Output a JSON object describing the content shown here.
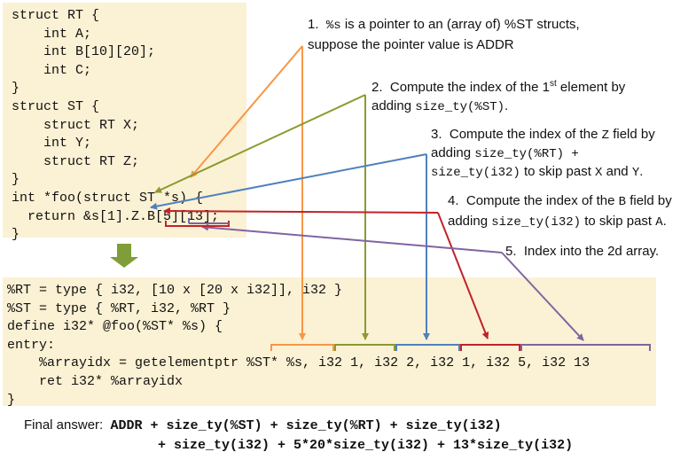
{
  "colors": {
    "code_bg": "#fbf1d4",
    "orange": "#f79646",
    "olive": "#8b9a2e",
    "blue": "#4f81bd",
    "red": "#c0232a",
    "purple": "#8064a2",
    "down_arrow": "#7f9d38"
  },
  "c_code": {
    "lines": [
      "struct RT {",
      "    int A;",
      "    int B[10][20];",
      "    int C;",
      "}",
      "struct ST {",
      "    struct RT X;",
      "    int Y;",
      "    struct RT Z;",
      "}",
      "int *foo(struct ST *s) {",
      "  return &s[1].Z.B[5][13];",
      "}"
    ]
  },
  "ir_code": {
    "lines": [
      "%RT = type { i32, [10 x [20 x i32]], i32 }",
      "%ST = type { %RT, i32, %RT }",
      "define i32* @foo(%ST* %s) {",
      "entry:",
      "    %arrayidx = getelementptr %ST* %s, i32 1, i32 2, i32 1, i32 5, i32 13",
      "    ret i32* %arrayidx",
      "}"
    ]
  },
  "steps": [
    {
      "n": "1.",
      "line1_pre": "",
      "line1_code": "%s",
      "line1_post": " is a pointer to an (array of) %ST structs,",
      "line2": "suppose the pointer value is ADDR"
    },
    {
      "n": "2.",
      "line1": "Compute the index of the 1",
      "sup": "st",
      "line1_end": " element by",
      "line2_pre": "adding ",
      "line2_code": "size_ty(%ST)",
      "line2_post": "."
    },
    {
      "n": "3.",
      "line1": "Compute the index of the ",
      "line1_code": "Z",
      "line1_end": " field by",
      "line2_pre": "adding ",
      "line2_code": "size_ty(%RT) +",
      "line3_code": "size_ty(i32)",
      "line3_mid": " to skip past ",
      "line3_code2": "X",
      "line3_and": " and ",
      "line3_code3": "Y",
      "line3_end": "."
    },
    {
      "n": "4.",
      "line1": "Compute the index of the ",
      "line1_code": "B",
      "line1_end": " field by",
      "line2_pre": "adding ",
      "line2_code": "size_ty(i32)",
      "line2_mid": " to skip past ",
      "line2_code2": "A",
      "line2_end": "."
    },
    {
      "n": "5.",
      "line1": "Index into the 2d array."
    }
  ],
  "final": {
    "label": "Final answer:",
    "line1": "ADDR + size_ty(%ST) + size_ty(%RT) + size_ty(i32)",
    "line2": "+ size_ty(i32) + 5*20*size_ty(i32) + 13*size_ty(i32)"
  }
}
